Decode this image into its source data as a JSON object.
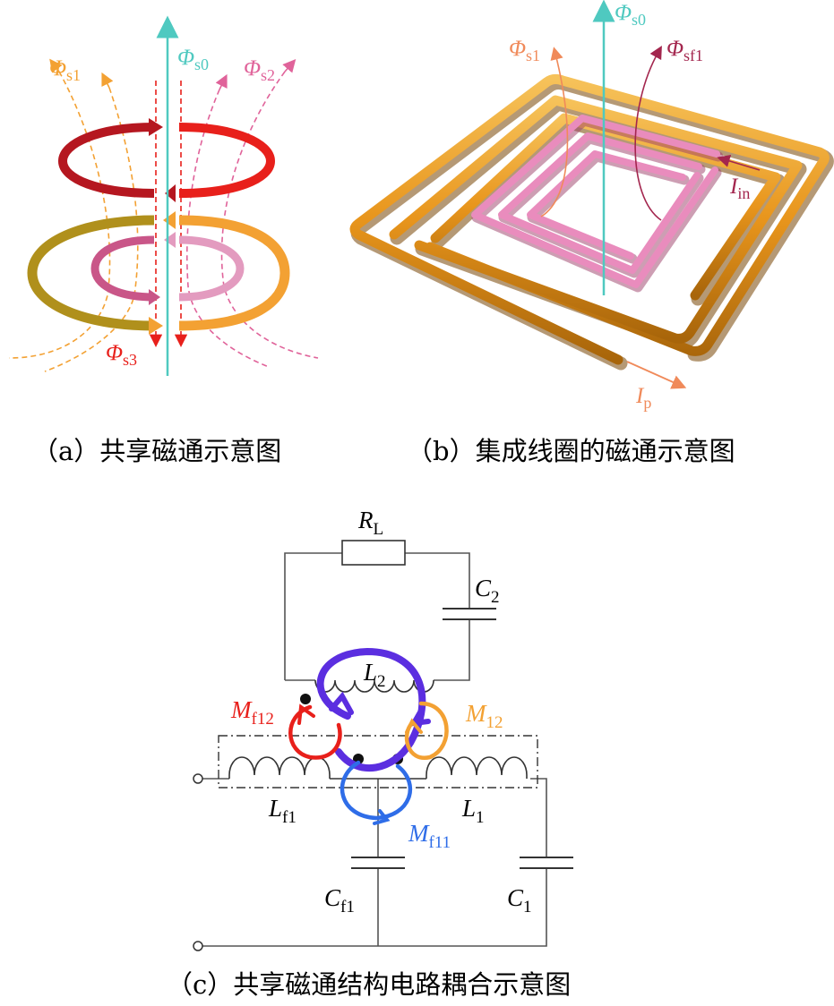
{
  "panel_a": {
    "caption": "（a）共享磁通示意图",
    "phi_s0": {
      "sym": "Φ",
      "sub": "s0"
    },
    "phi_s1": {
      "sym": "Φ",
      "sub": "s1"
    },
    "phi_s2": {
      "sym": "Φ",
      "sub": "s2"
    },
    "phi_s3": {
      "sym": "Φ",
      "sub": "s3"
    }
  },
  "panel_b": {
    "caption": "（b）集成线圈的磁通示意图",
    "phi_s0": {
      "sym": "Φ",
      "sub": "s0"
    },
    "phi_s1": {
      "sym": "Φ",
      "sub": "s1"
    },
    "phi_sf1": {
      "sym": "Φ",
      "sub": "sf1"
    },
    "i_in": {
      "sym": "I",
      "sub": "in"
    },
    "i_p": {
      "sym": "I",
      "sub": "p"
    }
  },
  "panel_c": {
    "caption": "（c）共享磁通结构电路耦合示意图",
    "r_l": {
      "sym": "R",
      "sub": "L"
    },
    "c2": {
      "sym": "C",
      "sub": "2"
    },
    "l2": {
      "sym": "L",
      "sub": "2"
    },
    "m_f12": {
      "sym": "M",
      "sub": "f12"
    },
    "m_12": {
      "sym": "M",
      "sub": "12"
    },
    "l_f1": {
      "sym": "L",
      "sub": "f1"
    },
    "l1": {
      "sym": "L",
      "sub": "1"
    },
    "m_f11": {
      "sym": "M",
      "sub": "f11"
    },
    "c_f1": {
      "sym": "C",
      "sub": "f1"
    },
    "c1": {
      "sym": "C",
      "sub": "1"
    }
  },
  "colors": {
    "teal": "#4fc9c0",
    "orange": "#f3a133",
    "pink": "#e0639a",
    "red": "#e8201b",
    "darkred": "#b51720",
    "olive": "#b0901c",
    "coil_orange": "#e8951c",
    "coil_pink": "#e98cbd",
    "salmon": "#f08a5a",
    "purple": "#5b2ee0",
    "blue": "#2f6de8",
    "wine": "#a3264e"
  }
}
